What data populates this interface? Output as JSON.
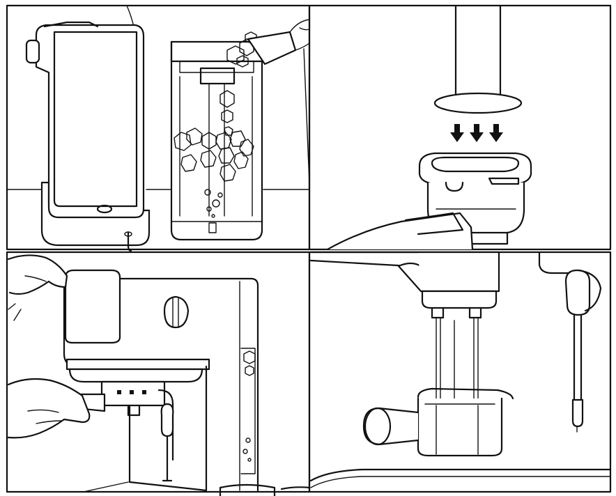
{
  "diagram": {
    "panels": [
      {
        "id": "fill-water-tank",
        "text": ""
      },
      {
        "id": "tamp-coffee",
        "text": ""
      },
      {
        "id": "insert-portafilter",
        "text": ""
      },
      {
        "id": "brew-espresso",
        "text": ""
      }
    ],
    "colors": {
      "ink": "#111111",
      "paper": "#ffffff"
    }
  }
}
